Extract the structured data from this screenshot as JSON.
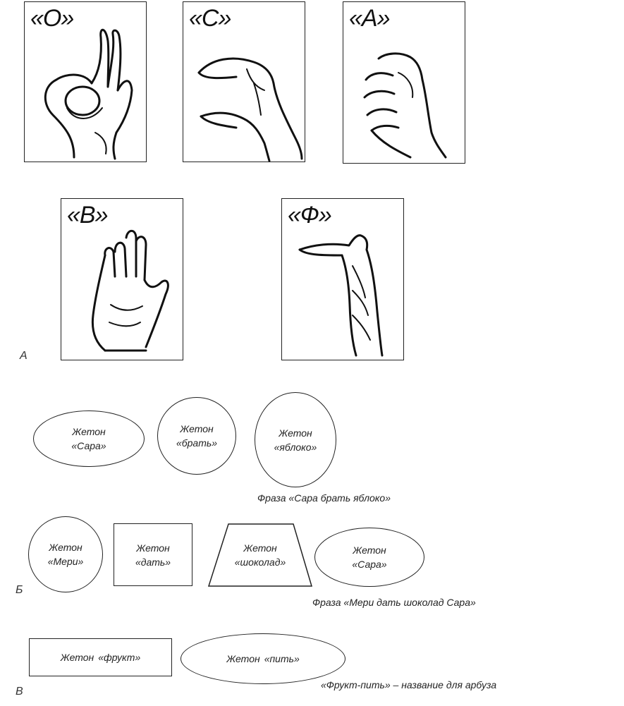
{
  "section_a": {
    "label": "А",
    "cards": [
      {
        "letter": "«О»"
      },
      {
        "letter": "«С»"
      },
      {
        "letter": "«А»"
      },
      {
        "letter": "«В»"
      },
      {
        "letter": "«Ф»"
      }
    ]
  },
  "section_b": {
    "label": "Б",
    "row1": {
      "tokens": [
        {
          "line1": "Жетон",
          "line2": "«Сара»"
        },
        {
          "line1": "Жетон",
          "line2": "«брать»"
        },
        {
          "line1": "Жетон",
          "line2": "«яблоко»"
        }
      ],
      "caption": "Фраза «Сара брать яблоко»"
    },
    "row2": {
      "tokens": [
        {
          "line1": "Жетон",
          "line2": "«Мери»"
        },
        {
          "line1": "Жетон",
          "line2": "«дать»"
        },
        {
          "line1": "Жетон",
          "line2": "«шоколад»"
        },
        {
          "line1": "Жетон",
          "line2": "«Сара»"
        }
      ],
      "caption": "Фраза «Мери дать шоколад Сара»"
    }
  },
  "section_v": {
    "label": "В",
    "tokens": [
      {
        "line1": "Жетон",
        "line2": "«фрукт»"
      },
      {
        "line1": "Жетон",
        "line2": "«пить»"
      }
    ],
    "caption": "«Фрукт-пить» – название для арбуза"
  }
}
